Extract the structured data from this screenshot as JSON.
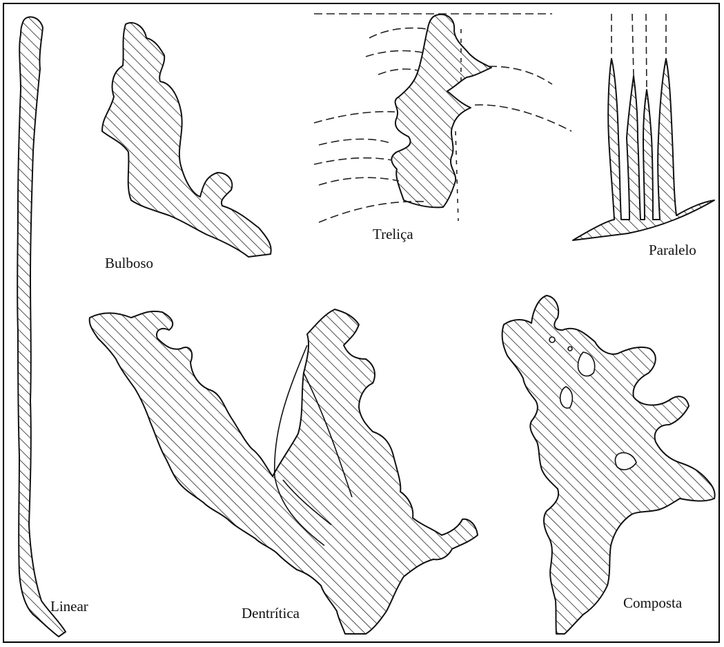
{
  "diagram": {
    "shapes": [
      {
        "id": "linear",
        "label": "Linear"
      },
      {
        "id": "bulboso",
        "label": "Bulboso"
      },
      {
        "id": "trelica",
        "label": "Treliça"
      },
      {
        "id": "paralelo",
        "label": "Paralelo"
      },
      {
        "id": "dentritica",
        "label": "Dentrítica"
      },
      {
        "id": "composta",
        "label": "Composta"
      }
    ],
    "colors": {
      "ink": "#111111",
      "border": "#000000",
      "background": "#ffffff"
    }
  }
}
